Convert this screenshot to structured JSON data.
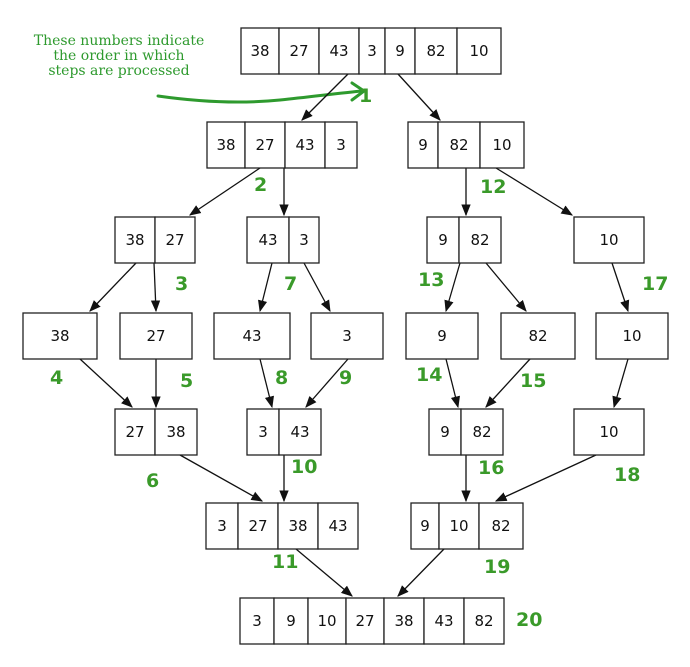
{
  "annotation": {
    "lines": [
      "These numbers indicate",
      "the order in which",
      "steps are processed"
    ],
    "color": "#2e9a2e"
  },
  "colors": {
    "step": "#3a9a2a",
    "box_border": "#222222",
    "arrow": "#111111"
  },
  "nodes": {
    "root": [
      "38",
      "27",
      "43",
      "3",
      "9",
      "82",
      "10"
    ],
    "l1a": [
      "38",
      "27",
      "43",
      "3"
    ],
    "l1b": [
      "9",
      "82",
      "10"
    ],
    "l2a": [
      "38",
      "27"
    ],
    "l2b": [
      "43",
      "3"
    ],
    "l2c": [
      "9",
      "82"
    ],
    "l2d": [
      "10"
    ],
    "l3a": [
      "38"
    ],
    "l3b": [
      "27"
    ],
    "l3c": [
      "43"
    ],
    "l3d": [
      "3"
    ],
    "l3e": [
      "9"
    ],
    "l3f": [
      "82"
    ],
    "l3g": [
      "10"
    ],
    "m1a": [
      "27",
      "38"
    ],
    "m1b": [
      "3",
      "43"
    ],
    "m1c": [
      "9",
      "82"
    ],
    "m1d": [
      "10"
    ],
    "m2a": [
      "3",
      "27",
      "38",
      "43"
    ],
    "m2b": [
      "9",
      "10",
      "82"
    ],
    "result": [
      "3",
      "9",
      "10",
      "27",
      "38",
      "43",
      "82"
    ]
  },
  "steps": [
    "1",
    "2",
    "3",
    "4",
    "5",
    "6",
    "7",
    "8",
    "9",
    "10",
    "11",
    "12",
    "13",
    "14",
    "15",
    "16",
    "17",
    "18",
    "19",
    "20"
  ]
}
